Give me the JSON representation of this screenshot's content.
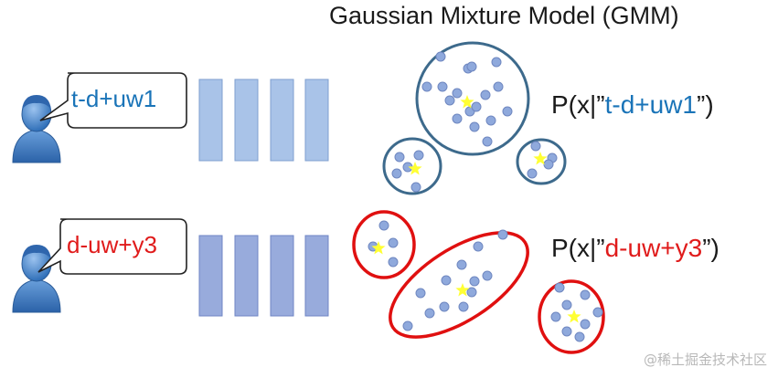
{
  "title": "Gaussian Mixture Model (GMM)",
  "rows": [
    {
      "label": "t-d+uw1",
      "label_color": "#1a74b8",
      "prob_prefix": "P(x|”",
      "prob_suffix": "”)",
      "bar_color": "#a9c3e8",
      "bar_stroke": "#7f9fcf",
      "cluster_color": "#3d6a8c",
      "bubble_icon": "speech-bubble-icon",
      "user_icon": "user-icon"
    },
    {
      "label": "d-uw+y3",
      "label_color": "#e01b1b",
      "prob_prefix": "P(x|”",
      "prob_suffix": "”)",
      "bar_color": "#98abdc",
      "bar_stroke": "#6f86c4",
      "cluster_color": "#e01010",
      "bubble_icon": "speech-bubble-icon",
      "user_icon": "user-icon"
    }
  ],
  "watermark": "@稀土掘金技术社区",
  "colors": {
    "dot_fill": "#8fa9dc",
    "dot_stroke": "#6f87c0",
    "star": "#ffff33",
    "user_body": "#4a86c8"
  }
}
